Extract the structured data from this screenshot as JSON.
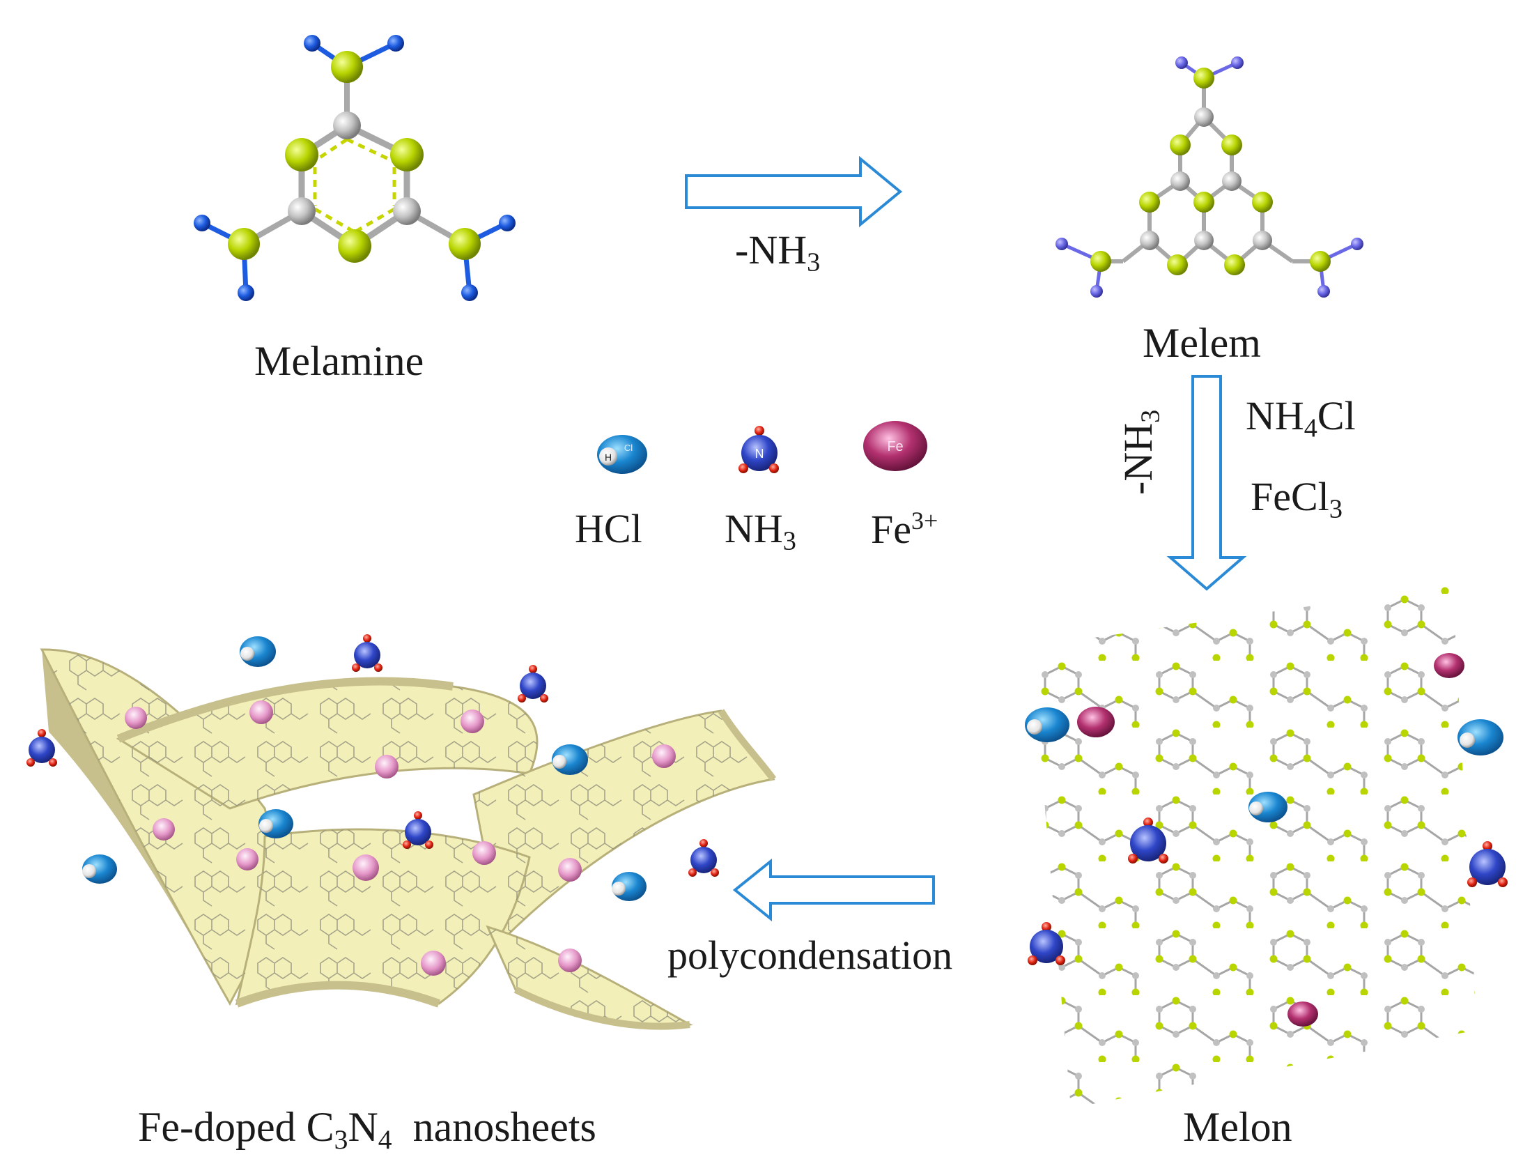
{
  "molecules": {
    "melamine": "Melamine",
    "melem": "Melem",
    "melon": "Melon",
    "product": {
      "prefix": "Fe-doped C",
      "sub1": "3",
      "mid": "N",
      "sub2": "4",
      "suffix": "  nanosheets"
    }
  },
  "steps": {
    "step1": {
      "base": "-NH",
      "sub": "3"
    },
    "step2": {
      "byproduct": {
        "base": "-NH",
        "sub": "3"
      },
      "reagent1": {
        "pre": "NH",
        "sub": "4",
        "post": "Cl"
      },
      "reagent2": {
        "pre": "FeCl",
        "sub": "3"
      }
    },
    "step3": "polycondensation"
  },
  "legend": {
    "hcl": {
      "label": "HCl",
      "badge": "H",
      "badge2": "Cl"
    },
    "nh3": {
      "base": "NH",
      "sub": "3",
      "badge": "N"
    },
    "fe": {
      "base": "Fe",
      "sup": "3+",
      "badge": "Fe"
    }
  },
  "colors": {
    "nitrogen": "#b5d400",
    "carbon": "#c2c2c2",
    "hydrogen": "#1a55d8",
    "arrow": "#2a8ad6",
    "hcl": "#1a86d0",
    "nh3": "#2b45c8",
    "fe": "#b0286e",
    "sheet": "#f3efb9",
    "sheet_edge": "#c8c08c"
  }
}
